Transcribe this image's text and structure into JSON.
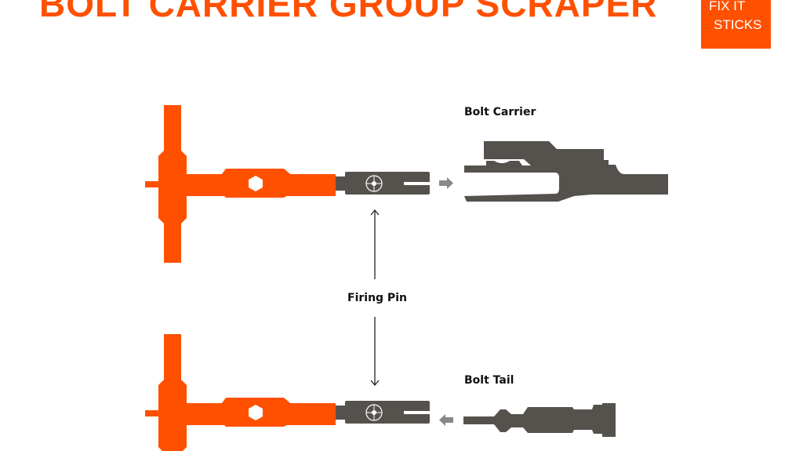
{
  "title": "BOLT CARRIER GROUP SCRAPER",
  "logo": {
    "line1": "FIX IT",
    "line2": "STICKS"
  },
  "labels": {
    "bolt_carrier": "Bolt Carrier",
    "firing_pin": "Firing Pin",
    "bolt_tail": "Bolt Tail"
  },
  "colors": {
    "tool": "#ff5000",
    "part": "#55524d",
    "arrow": "#888888"
  }
}
